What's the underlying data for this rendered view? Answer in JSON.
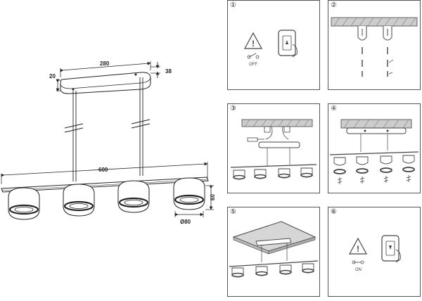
{
  "main_drawing": {
    "dim_canopy_length": "280",
    "dim_canopy_height": "20",
    "dim_canopy_depth": "38",
    "dim_bar_length": "600",
    "dim_head_height": "60",
    "dim_head_diameter": "Ø80"
  },
  "steps": [
    {
      "number": "①",
      "switch_label": "OFF"
    },
    {
      "number": "②"
    },
    {
      "number": "③"
    },
    {
      "number": "④"
    },
    {
      "number": "⑤"
    },
    {
      "number": "⑥",
      "switch_label": "ON"
    }
  ]
}
